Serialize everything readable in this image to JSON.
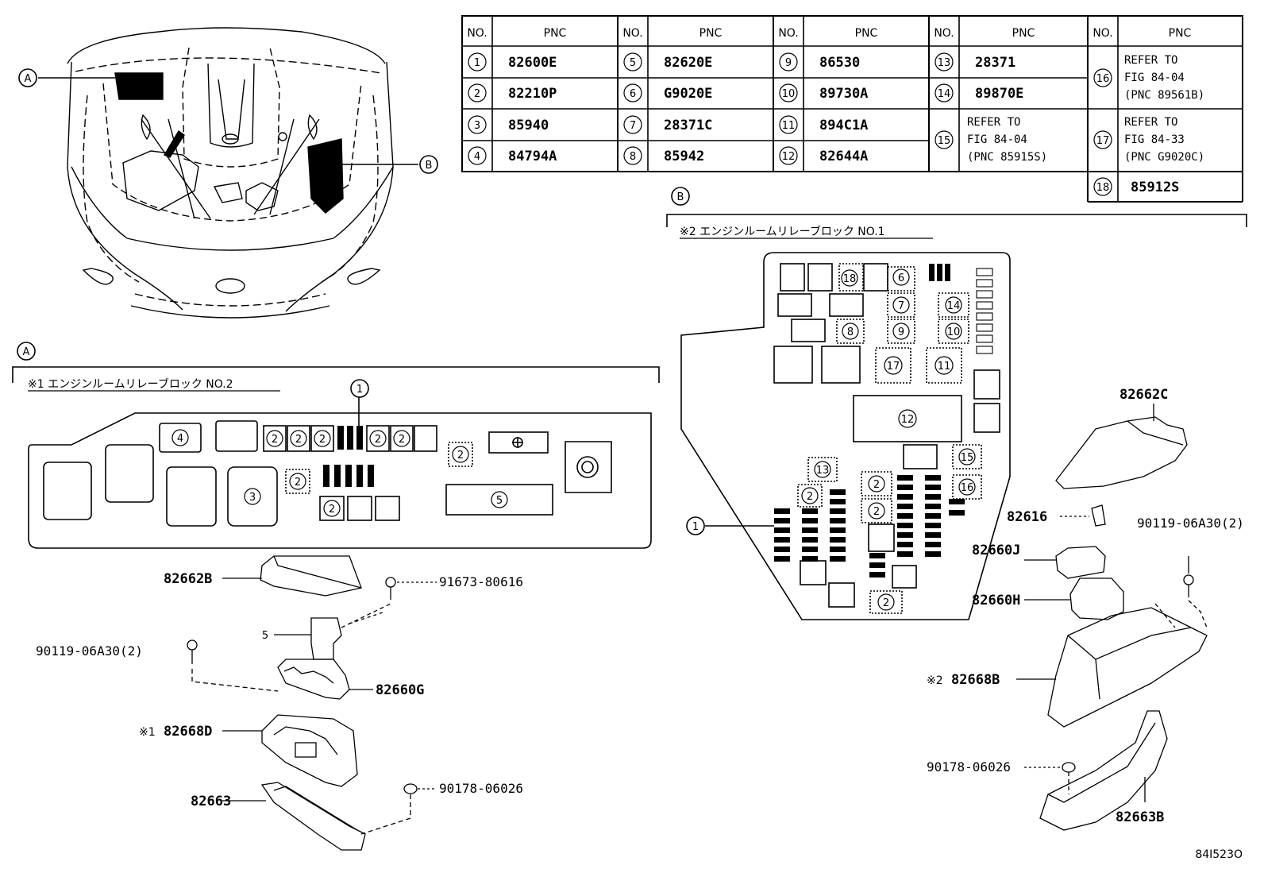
{
  "table": {
    "headers": {
      "no": "NO.",
      "pnc": "PNC"
    },
    "rows": [
      [
        {
          "no": "1",
          "pnc": "82600E"
        },
        {
          "no": "5",
          "pnc": "82620E"
        },
        {
          "no": "9",
          "pnc": "86530"
        },
        {
          "no": "13",
          "pnc": "28371"
        }
      ],
      [
        {
          "no": "2",
          "pnc": "82210P"
        },
        {
          "no": "6",
          "pnc": "G9020E"
        },
        {
          "no": "10",
          "pnc": "89730A"
        },
        {
          "no": "14",
          "pnc": "89870E"
        }
      ],
      [
        {
          "no": "3",
          "pnc": "85940"
        },
        {
          "no": "7",
          "pnc": "28371C"
        },
        {
          "no": "11",
          "pnc": "894C1A"
        }
      ],
      [
        {
          "no": "4",
          "pnc": "84794A"
        },
        {
          "no": "8",
          "pnc": "85942"
        },
        {
          "no": "12",
          "pnc": "82644A"
        }
      ]
    ],
    "item15": {
      "no": "15",
      "line1": "REFER TO",
      "line2": "FIG 84-04",
      "line3": "(PNC 85915S)"
    },
    "item16": {
      "no": "16",
      "line1": "REFER TO",
      "line2": "FIG 84-04",
      "line3": "(PNC 89561B)"
    },
    "item17": {
      "no": "17",
      "line1": "REFER TO",
      "line2": "FIG 84-33",
      "line3": "(PNC G9020C)"
    },
    "item18": {
      "no": "18",
      "pnc": "85912S"
    }
  },
  "section_a": {
    "marker": "A",
    "caption": "※1 エンジンルームリレーブロック NO.2"
  },
  "section_b": {
    "marker": "B",
    "caption": "※2 エンジンルームリレーブロック NO.1"
  },
  "car_markers": {
    "a": "A",
    "b": "B"
  },
  "parts_left": {
    "p82662B": "82662B",
    "p91673": "91673-80616",
    "item5": "5",
    "p90119": "90119-06A30(2)",
    "p82660G": "82660G",
    "p82668D": "82668D",
    "note1": "※1",
    "p82663": "82663",
    "p90178": "90178-06026"
  },
  "parts_right": {
    "p82662C": "82662C",
    "p82616": "82616",
    "p82660J": "82660J",
    "p90119": "90119-06A30(2)",
    "p82660H": "82660H",
    "note2": "※2",
    "p82668B": "82668B",
    "p90178": "90178-06026",
    "p82663B": "82663B"
  },
  "block_a_labels": {
    "n1": "1",
    "n2": "2",
    "n3": "3",
    "n4": "4",
    "n5": "5"
  },
  "block_b_labels": {
    "n1": "1",
    "n2": "2",
    "n6": "6",
    "n7": "7",
    "n8": "8",
    "n9": "9",
    "n10": "10",
    "n11": "11",
    "n12": "12",
    "n13": "13",
    "n14": "14",
    "n15": "15",
    "n16": "16",
    "n17": "17",
    "n18": "18"
  },
  "figure_id": "84I523O"
}
